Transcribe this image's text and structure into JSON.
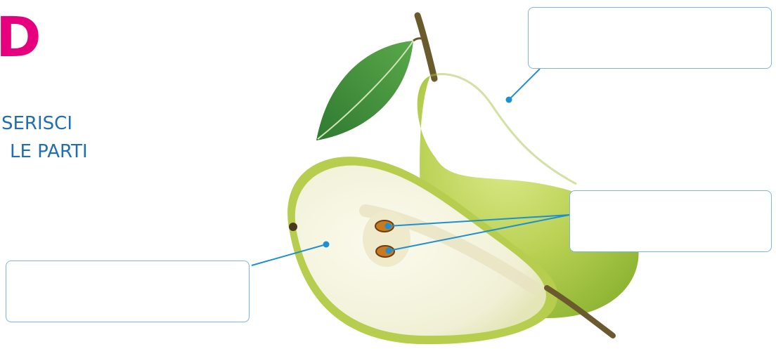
{
  "header": {
    "brand_mark": "D"
  },
  "instructions": {
    "line1": "SERISCI",
    "line2": "LE PARTI"
  },
  "answer_boxes": [
    {
      "id": "skin",
      "value": ""
    },
    {
      "id": "seeds",
      "value": ""
    },
    {
      "id": "pulp",
      "value": ""
    }
  ],
  "colors": {
    "brand": "#e6007e",
    "instruction_text": "#1f6fb2",
    "connector": "#1f8fcf",
    "box_border": "#7fb6da",
    "pear_skin": "#b5cf4f",
    "pear_flesh": "#f4f3dc",
    "leaf": "#3c8a3a"
  }
}
